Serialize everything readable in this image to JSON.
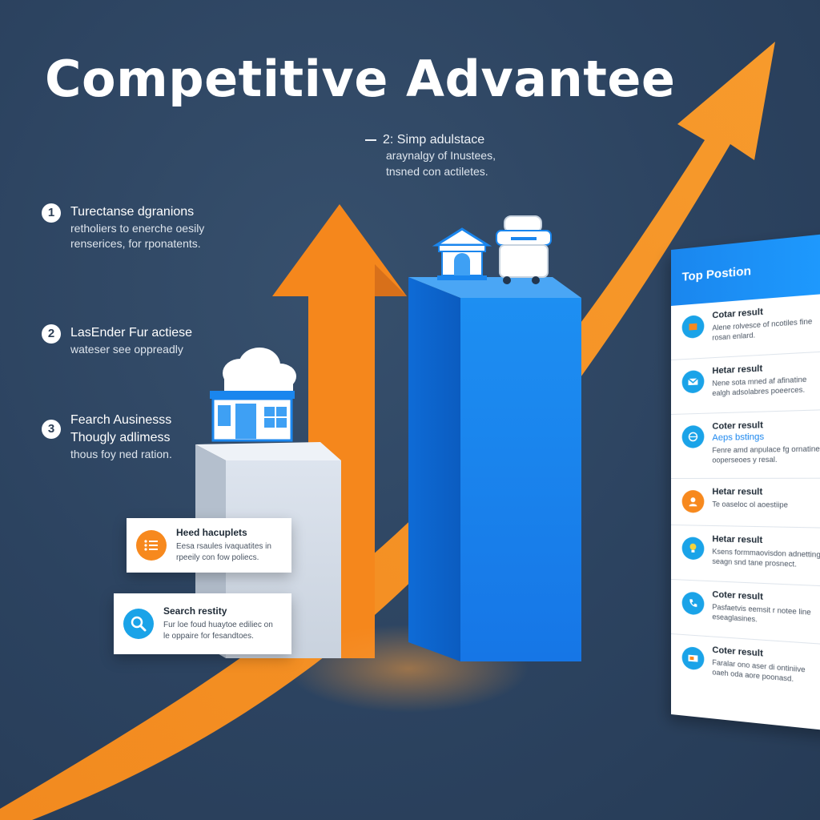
{
  "title": "Competitive Advantee",
  "top_callout": {
    "number": "2: Simp adulstace",
    "lines": [
      "araynalgy of Inustees,",
      "tnsned con actiletes."
    ]
  },
  "steps": [
    {
      "number": "1",
      "heading": "Turectanse dgranions",
      "lines": [
        "retholiers to enerche oesily",
        "renserices, for rponatents."
      ]
    },
    {
      "number": "2",
      "heading": "LasEnder Fur actiese",
      "lines": [
        "wateser see oppreadly"
      ]
    },
    {
      "number": "3",
      "heading": "Fearch Ausinesss",
      "lines": [
        "Thougly adlimess",
        "thous foy ned ration."
      ]
    }
  ],
  "cards": [
    {
      "icon": "list-icon",
      "color": "#f7891e",
      "heading": "Heed hacuplets",
      "lines": [
        "Eesa rsaules ivaquatites in",
        "rpeeily con fow poliecs."
      ]
    },
    {
      "icon": "search-icon",
      "color": "#1aa3e8",
      "heading": "Search restity",
      "lines": [
        "Fur loe foud huaytoe ediliec on",
        "le oppaire for fesandtoes."
      ]
    }
  ],
  "panel": {
    "title": "Top Postion",
    "results": [
      {
        "icon": "box-icon",
        "color": "#1aa3e8",
        "title": "Cotar result",
        "extra": "",
        "desc": [
          "Alene rolvesce of ncotiles fine",
          "rosan enlard."
        ]
      },
      {
        "icon": "mail-icon",
        "color": "#1aa3e8",
        "title": "Hetar result",
        "extra": "",
        "desc": [
          "Nene sota mned af afinatine",
          "ealgh adsolabres poeerces."
        ]
      },
      {
        "icon": "globe-icon",
        "color": "#1aa3e8",
        "title": "Coter result",
        "extra": "Aeps bstings",
        "desc": [
          "Fenre amd anpulace fg ornatine",
          "ooperseoes y resal."
        ]
      },
      {
        "icon": "user-icon",
        "color": "#f7891e",
        "title": "Hetar result",
        "extra": "",
        "desc": [
          "Te oaseloc ol aoestiipe"
        ]
      },
      {
        "icon": "bulb-icon",
        "color": "#1aa3e8",
        "title": "Hetar result",
        "extra": "",
        "desc": [
          "Ksens formmaovisdon adnetting",
          "seagn snd tane prosnect."
        ]
      },
      {
        "icon": "phone-icon",
        "color": "#1aa3e8",
        "title": "Coter result",
        "extra": "",
        "desc": [
          "Pasfaetvis eemsit r notee line",
          "eseaglasines."
        ]
      },
      {
        "icon": "card-icon",
        "color": "#1aa3e8",
        "title": "Coter result",
        "extra": "",
        "desc": [
          "Faralar ono aser di ontiniive",
          "oaeh oda aore poonasd."
        ]
      }
    ]
  },
  "colors": {
    "orange": "#f7891e",
    "blue": "#1a86ee",
    "background": "#2c4360"
  }
}
